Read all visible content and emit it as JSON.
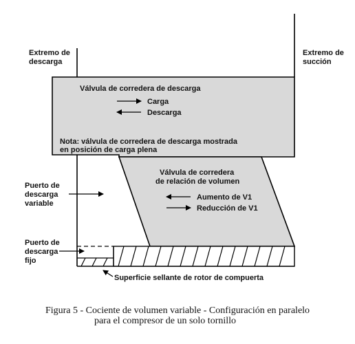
{
  "labels": {
    "discharge_end": [
      "Extremo de",
      "descarga"
    ],
    "suction_end": [
      "Extremo de",
      "succión"
    ],
    "variable_port": [
      "Puerto de",
      "descarga",
      "variable"
    ],
    "fixed_port": [
      "Puerto de",
      "descarga",
      "fijo"
    ],
    "rotor_surface": "Superficie sellante de rotor de compuerta"
  },
  "discharge_valve": {
    "title": "Válvula de corredera de descarga",
    "load": "Carga",
    "unload": "Descarga",
    "note": [
      "Nota: válvula de corredera de descarga mostrada",
      "en posición de carga plena"
    ]
  },
  "volume_valve": {
    "title": [
      "Válvula de corredera",
      "de relación de volumen"
    ],
    "increase": "Aumento de V1",
    "decrease": "Reducción de V1"
  },
  "caption": [
    "Figura 5 - Cociente de volumen variable - Configuración en paralelo",
    "para el compresor de un solo tornillo"
  ],
  "colors": {
    "valve_fill": "#d9d9d9",
    "line": "#000000"
  }
}
